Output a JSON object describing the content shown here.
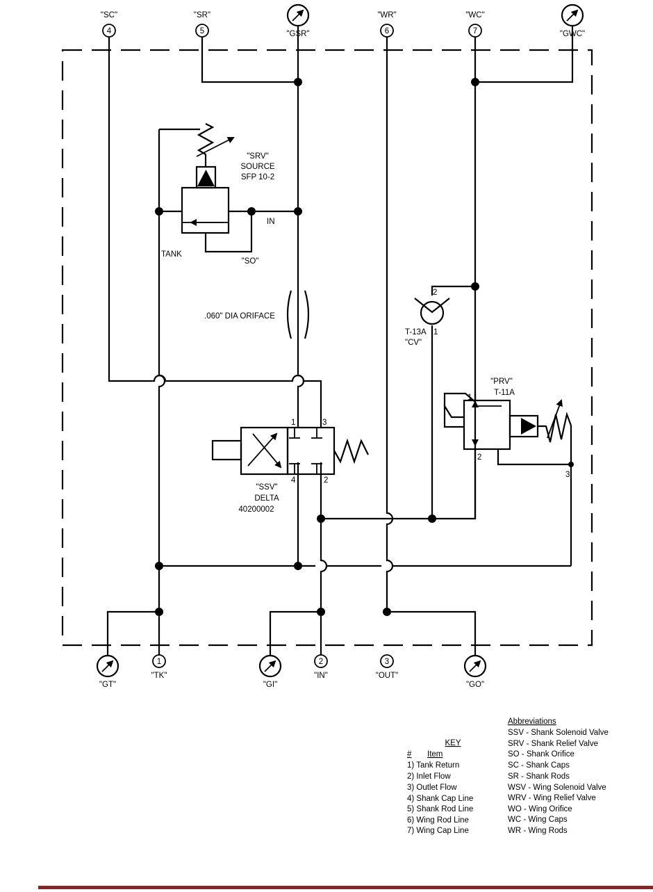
{
  "ports_top": {
    "sc": {
      "quote": "\"SC\"",
      "num": "4"
    },
    "sr": {
      "quote": "\"SR\"",
      "num": "5"
    },
    "gsr": {
      "quote": "\"GSR\""
    },
    "wr": {
      "quote": "\"WR\"",
      "num": "6"
    },
    "wc": {
      "quote": "\"WC\"",
      "num": "7"
    },
    "gwc": {
      "quote": "\"GWC\""
    }
  },
  "ports_bottom": {
    "gt": {
      "quote": "\"GT\""
    },
    "tk": {
      "quote": "\"TK\"",
      "num": "1"
    },
    "gi": {
      "quote": "\"GI\""
    },
    "in": {
      "quote": "\"IN\"",
      "num": "2"
    },
    "out": {
      "quote": "\"OUT\"",
      "num": "3"
    },
    "go": {
      "quote": "\"GO\""
    }
  },
  "srv": {
    "line1": "\"SRV\"",
    "line2": "SOURCE",
    "line3": "SFP 10-2",
    "in_label": "IN",
    "so_label": "\"SO\"",
    "tank_label": "TANK"
  },
  "orifice_label": ".060\" DIA ORIFACE",
  "cv": {
    "line1": "T-13A",
    "line2": "\"CV\"",
    "port1": "1",
    "port2": "2"
  },
  "prv": {
    "line1": "\"PRV\"",
    "line2": "T-11A",
    "port1": "1",
    "port2": "2",
    "port3": "3"
  },
  "ssv": {
    "line1": "\"SSV\"",
    "line2": "DELTA",
    "line3": "40200002",
    "port1": "1",
    "port2": "2",
    "port3": "3",
    "port4": "4"
  },
  "key": {
    "title": "KEY",
    "col_num": "#",
    "col_item": "Item",
    "items": [
      "1) Tank Return",
      "2) Inlet Flow",
      "3) Outlet Flow",
      "4) Shank Cap Line",
      "5) Shank Rod Line",
      "6) Wing Rod Line",
      "7) Wing Cap Line"
    ]
  },
  "abbreviations": {
    "title": "Abbreviations",
    "items": [
      "SSV - Shank Solenoid Valve",
      "SRV - Shank Relief Valve",
      "SO - Shank Orifice",
      "SC - Shank Caps",
      "SR - Shank Rods",
      "WSV - Wing Solenoid Valve",
      "WRV - Wing Relief Valve",
      "WO - Wing Orifice",
      "WC - Wing Caps",
      "WR - Wing Rods"
    ]
  }
}
